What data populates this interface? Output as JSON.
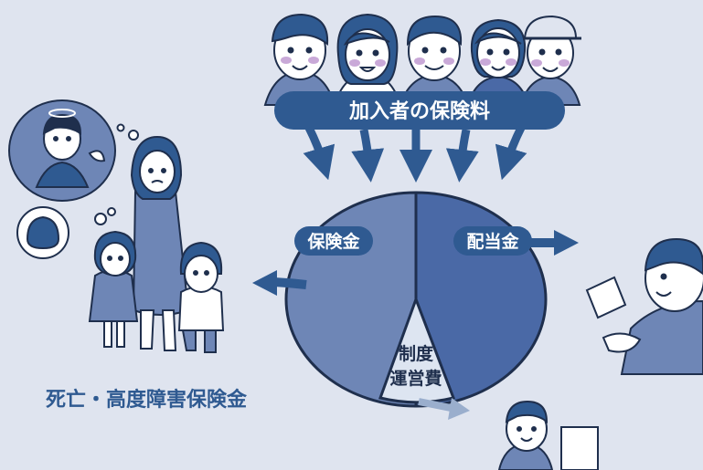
{
  "banner": {
    "text": "加入者の保険料"
  },
  "pie": {
    "left_label": "保険金",
    "right_label": "配当金",
    "center_line1": "制度",
    "center_line2": "運営費"
  },
  "caption": {
    "text": "死亡・高度障害保険金"
  },
  "colors": {
    "background": "#dfe4ef",
    "dark_blue": "#2f5a91",
    "pie_left": "#6e86b6",
    "pie_right": "#4a69a6",
    "pie_center": "#dde5f1",
    "outline": "#1f2f4d",
    "skin": "#ffffff",
    "cheek": "#c9a9d8"
  }
}
